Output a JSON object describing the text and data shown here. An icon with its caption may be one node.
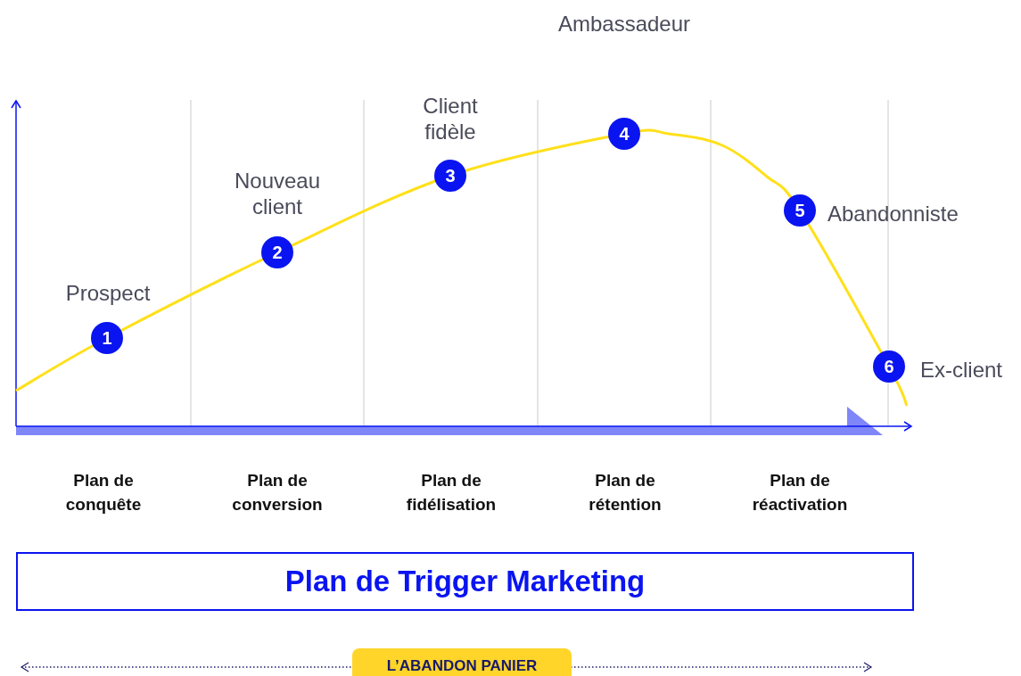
{
  "diagram": {
    "nodes": [
      {
        "text": [
          "1"
        ],
        "beside": [
          "Prospect"
        ]
      },
      {
        "text": [
          "2"
        ],
        "beside": [
          "Nouveau client"
        ]
      },
      {
        "text": [
          "3"
        ],
        "beside": [
          "Client fidèle"
        ]
      },
      {
        "text": [
          "4"
        ]
      },
      {
        "text": [
          "5"
        ],
        "beside": [
          "Abandonniste"
        ]
      },
      {
        "text": [
          "6"
        ],
        "beside": [
          "Ex-client"
        ]
      },
      {
        "text": [
          "Plan de Trigger Marketing"
        ]
      },
      {
        "text": [
          "L’ABANDON PANIER"
        ]
      }
    ],
    "labels": [
      "Ambassadeur",
      "Plan de conquête",
      "Plan de conversion",
      "Plan de fidélisation",
      "Plan de rétention",
      "Plan de réactivation"
    ]
  }
}
